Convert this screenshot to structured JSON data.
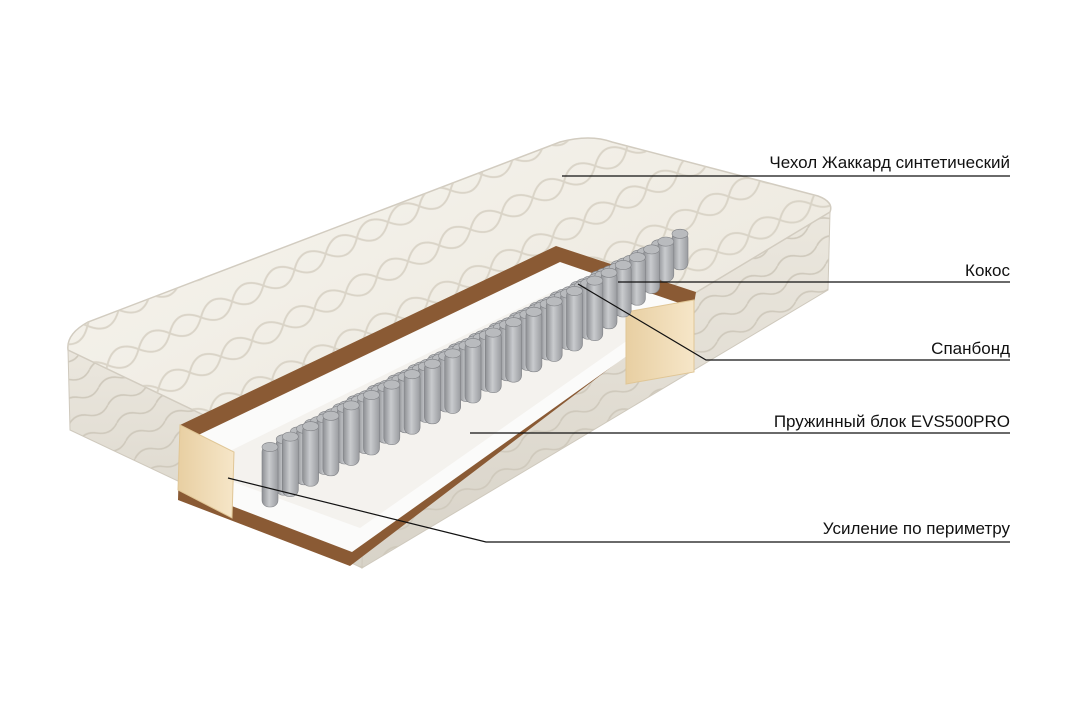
{
  "diagram": {
    "callouts": [
      {
        "label": "Чехол Жаккард синтетический"
      },
      {
        "label": "Кокос"
      },
      {
        "label": "Спанбонд"
      },
      {
        "label": "Пружинный блок EVS500PRO"
      },
      {
        "label": "Усиление по периметру"
      }
    ]
  },
  "colors": {
    "cover": "#f1ede4",
    "cover_shadow": "#d9d4c9",
    "coconut": "#8a5a34",
    "spunbond": "#ffffff",
    "springs": "#a9abae",
    "perimeter_foam": "#f2deb9",
    "leader_line": "#111111"
  }
}
